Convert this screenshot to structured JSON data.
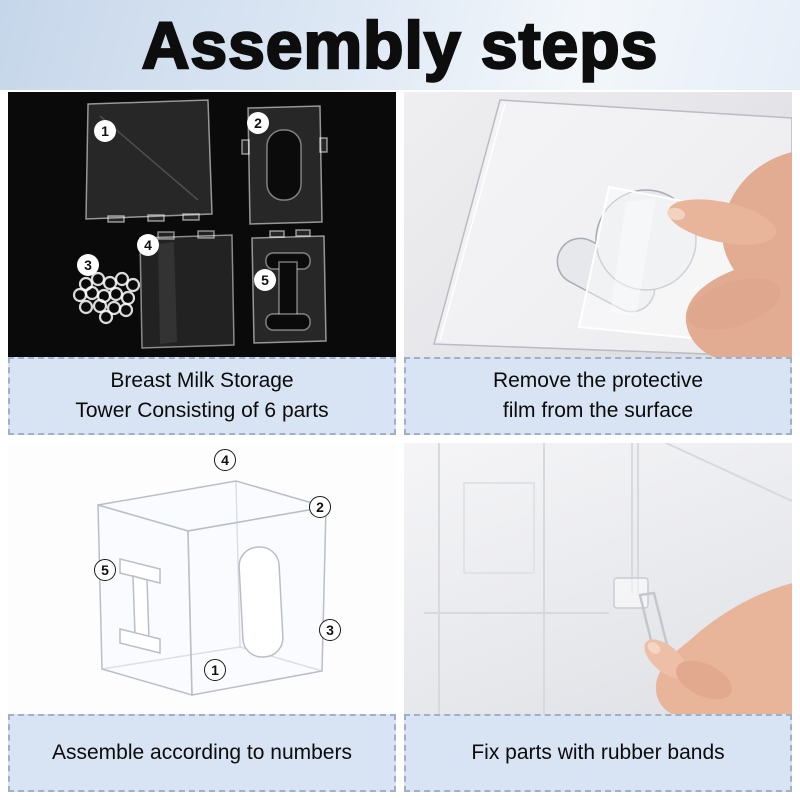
{
  "title": "Assembly steps",
  "panels": [
    {
      "caption1": "Breast Milk Storage",
      "caption2": "Tower Consisting of 6 parts",
      "badges": [
        "1",
        "2",
        "3",
        "4",
        "5"
      ]
    },
    {
      "caption1": "Remove the protective",
      "caption2": "film from the surface"
    },
    {
      "caption1": "Assemble according to numbers",
      "badges": [
        "1",
        "2",
        "3",
        "4",
        "5"
      ]
    },
    {
      "caption1": "Fix parts with rubber bands"
    }
  ],
  "colors": {
    "banner_bg": "#c6d6ea",
    "caption_bg": "#d8e4f3",
    "caption_border": "#9fb0c8",
    "photo1_bg": "#0a0a0a"
  }
}
